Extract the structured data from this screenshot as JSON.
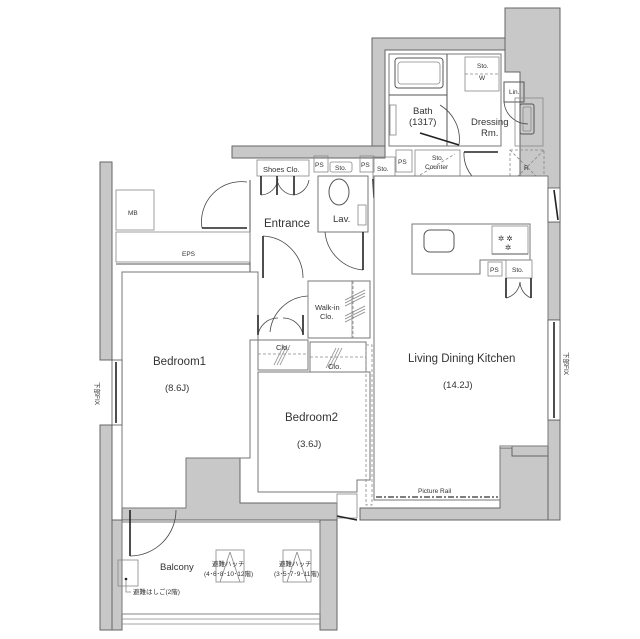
{
  "rooms": {
    "bedroom1": {
      "name": "Bedroom1",
      "size": "(8.6J)"
    },
    "bedroom2": {
      "name": "Bedroom2",
      "size": "(3.6J)"
    },
    "ldk": {
      "name": "Living Dining Kitchen",
      "size": "(14.2J)"
    },
    "entrance": {
      "name": "Entrance"
    },
    "lav": {
      "name": "Lav."
    },
    "bath": {
      "name": "Bath",
      "size": "(1317)"
    },
    "dressing": {
      "name": "Dressing",
      "name2": "Rm."
    },
    "balcony": {
      "name": "Balcony"
    },
    "walkin": {
      "name": "Walk-in",
      "name2": "Clo."
    }
  },
  "storage": {
    "shoes_clo": "Shoes Clo.",
    "clo1": "Clo.",
    "clo2": "Clo.",
    "sto_w_top": "Sto.",
    "sto_w_bottom": "W",
    "lin": "Lin.",
    "sto_lav": "Sto.",
    "sto_hall": "Sto.",
    "sto_counter_top": "Sto.",
    "sto_counter_bottom": "Counter",
    "sto_kitchen": "Sto.",
    "ref": "R"
  },
  "utility": {
    "mb": "MB",
    "eps": "EPS",
    "ps1": "PS",
    "ps2": "PS",
    "ps3": "PS",
    "ps_kitchen": "PS"
  },
  "annotations": {
    "window_left": "下部FIX",
    "window_right": "下部FIX",
    "picture_rail": "Picture Rail",
    "hatch1_title": "避難ハッチ",
    "hatch1_floors": "(4･6･8･10･12階)",
    "hatch2_title": "避難ハッチ",
    "hatch2_floors": "(3･5･7･9･11階)",
    "ladder": "避難はしご(2階)"
  },
  "colors": {
    "wall": "#c8c8c8",
    "background": "#ffffff",
    "line": "#555555"
  }
}
